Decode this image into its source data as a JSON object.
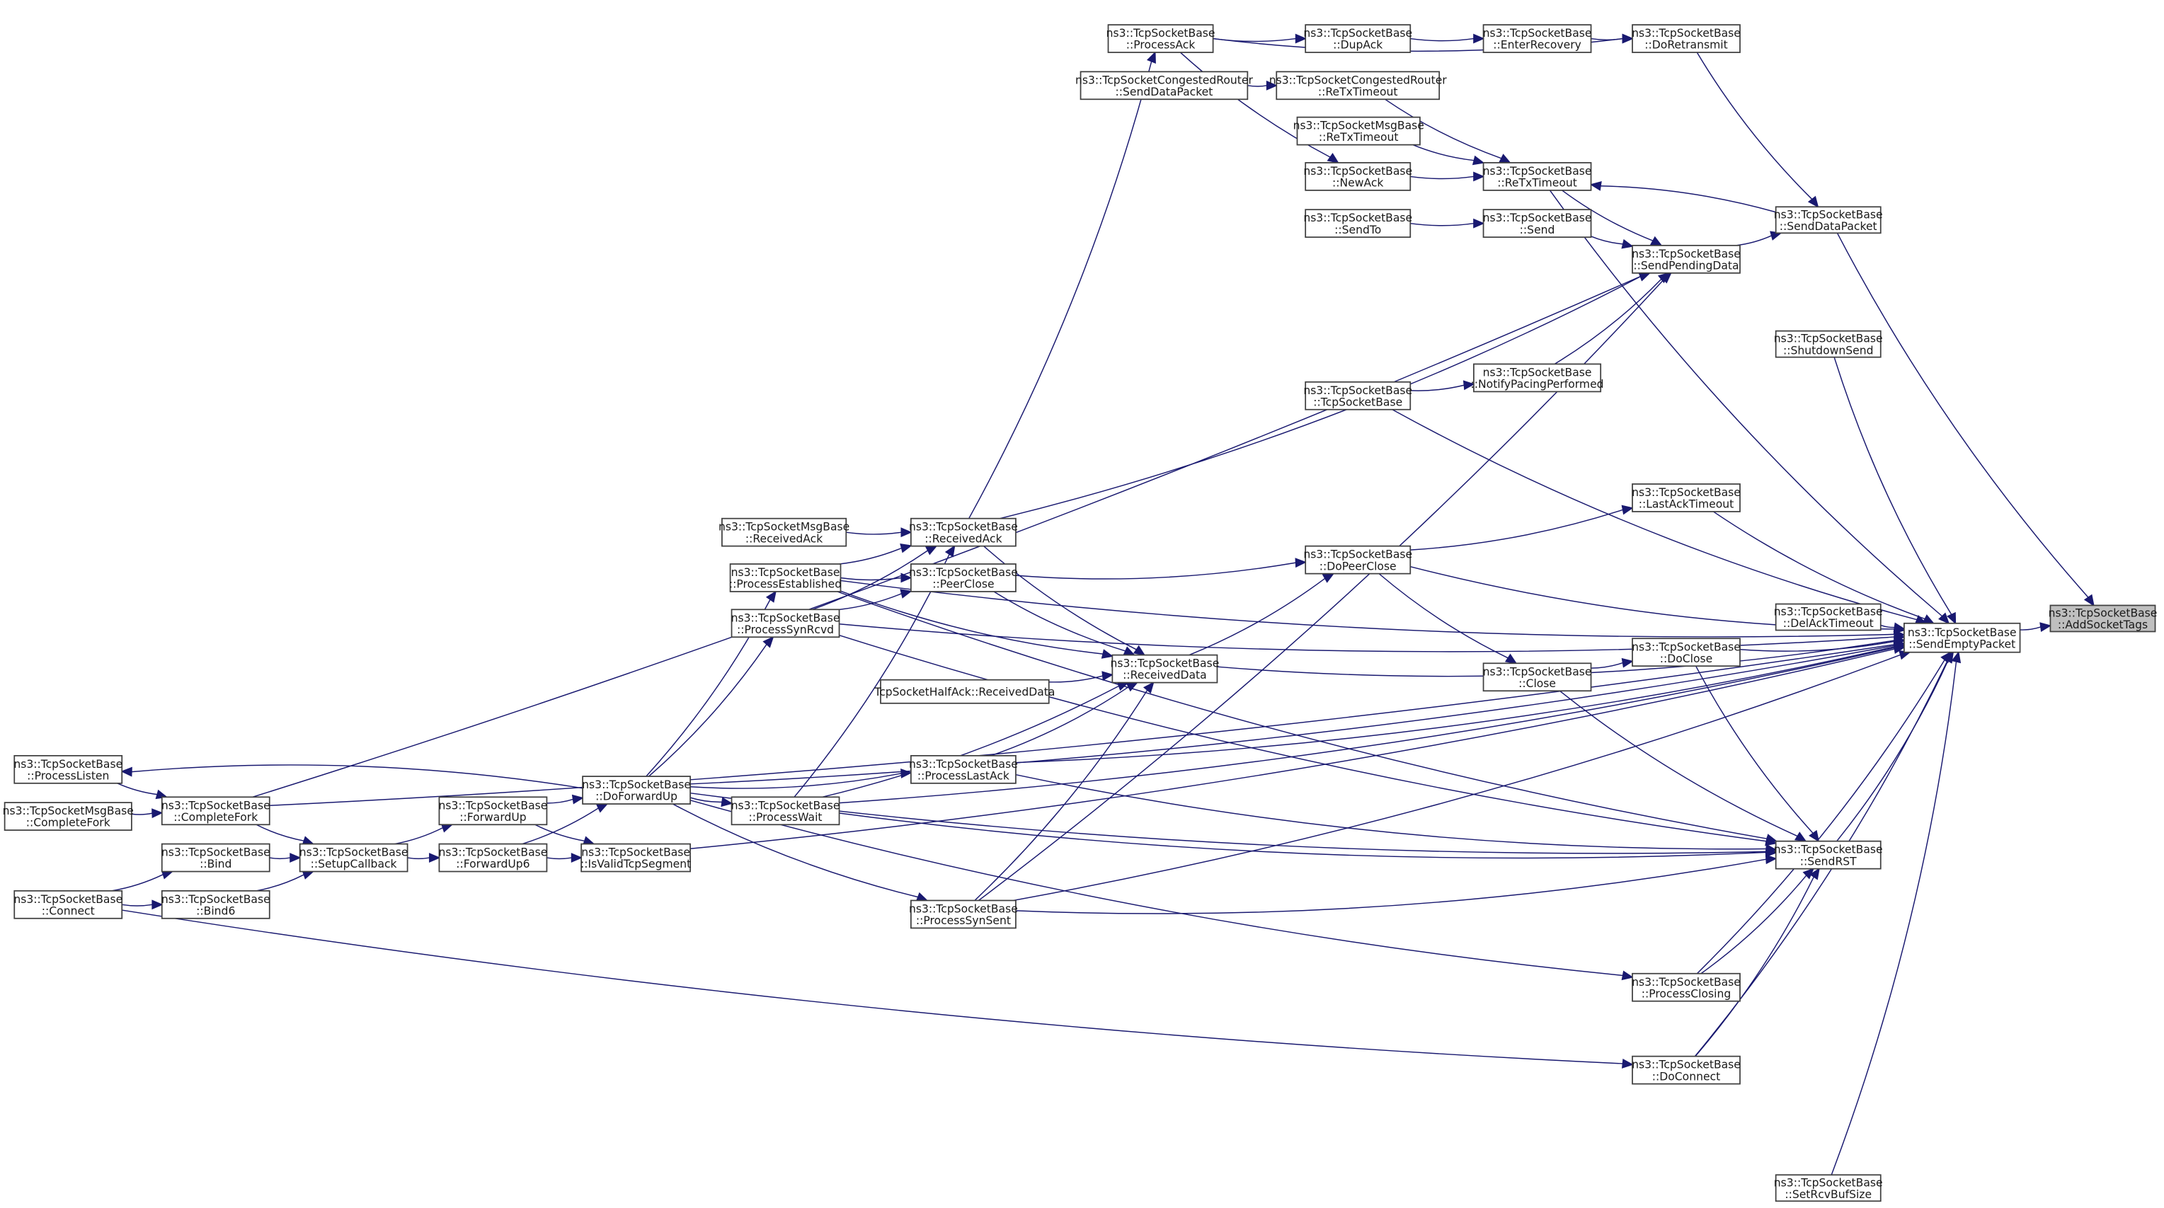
{
  "title": "ns3::TcpSocketBase::AddSocketTags caller graph",
  "colors": {
    "edge": "#191970",
    "node_border": "#404040",
    "focus_fill": "#bfbfbf",
    "node_fill": "#ffffff"
  },
  "nodes": {
    "AddSocketTags": [
      "ns3::TcpSocketBase",
      "::AddSocketTags"
    ],
    "SendEmptyPacket": [
      "ns3::TcpSocketBase",
      "::SendEmptyPacket"
    ],
    "SendDataPacket": [
      "ns3::TcpSocketBase",
      "::SendDataPacket"
    ],
    "ShutdownSend": [
      "ns3::TcpSocketBase",
      "::ShutdownSend"
    ],
    "DelAckTimeout": [
      "ns3::TcpSocketBase",
      "::DelAckTimeout"
    ],
    "DoClose": [
      "ns3::TcpSocketBase",
      "::DoClose"
    ],
    "SendRST": [
      "ns3::TcpSocketBase",
      "::SendRST"
    ],
    "ProcessClosing": [
      "ns3::TcpSocketBase",
      "::ProcessClosing"
    ],
    "DoConnect": [
      "ns3::TcpSocketBase",
      "::DoConnect"
    ],
    "SetRcvBufSize": [
      "ns3::TcpSocketBase",
      "::SetRcvBufSize"
    ],
    "DoRetransmit": [
      "ns3::TcpSocketBase",
      "::DoRetransmit"
    ],
    "SendPendingData": [
      "ns3::TcpSocketBase",
      "::SendPendingData"
    ],
    "LastAckTimeout": [
      "ns3::TcpSocketBase",
      "::LastAckTimeout"
    ],
    "ProcessAck": [
      "ns3::TcpSocketBase",
      "::ProcessAck"
    ],
    "DupAck": [
      "ns3::TcpSocketBase",
      "::DupAck"
    ],
    "EnterRecovery": [
      "ns3::TcpSocketBase",
      "::EnterRecovery"
    ],
    "CRSendDataPacket": [
      "ns3::TcpSocketCongestedRouter",
      "::SendDataPacket"
    ],
    "CRReTxTimeout": [
      "ns3::TcpSocketCongestedRouter",
      "::ReTxTimeout"
    ],
    "MsgReTxTimeout": [
      "ns3::TcpSocketMsgBase",
      "::ReTxTimeout"
    ],
    "NewAck": [
      "ns3::TcpSocketBase",
      "::NewAck"
    ],
    "ReTxTimeout": [
      "ns3::TcpSocketBase",
      "::ReTxTimeout"
    ],
    "SendTo": [
      "ns3::TcpSocketBase",
      "::SendTo"
    ],
    "Send": [
      "ns3::TcpSocketBase",
      "::Send"
    ],
    "Ctor": [
      "ns3::TcpSocketBase",
      "::TcpSocketBase"
    ],
    "NotifyPacing": [
      "ns3::TcpSocketBase",
      "::NotifyPacingPerformed"
    ],
    "DoPeerClose": [
      "ns3::TcpSocketBase",
      "::DoPeerClose"
    ],
    "Close": [
      "ns3::TcpSocketBase",
      "::Close"
    ],
    "MsgReceivedAck": [
      "ns3::TcpSocketMsgBase",
      "::ReceivedAck"
    ],
    "ReceivedAck": [
      "ns3::TcpSocketBase",
      "::ReceivedAck"
    ],
    "ProcessEstablished": [
      "ns3::TcpSocketBase",
      "::ProcessEstablished"
    ],
    "PeerClose": [
      "ns3::TcpSocketBase",
      "::PeerClose"
    ],
    "ProcessSynRcvd": [
      "ns3::TcpSocketBase",
      "::ProcessSynRcvd"
    ],
    "ReceivedData": [
      "ns3::TcpSocketBase",
      "::ReceivedData"
    ],
    "HalfAckReceivedData": [
      "TcpSocketHalfAck::ReceivedData"
    ],
    "ProcessLastAck": [
      "ns3::TcpSocketBase",
      "::ProcessLastAck"
    ],
    "ProcessWait": [
      "ns3::TcpSocketBase",
      "::ProcessWait"
    ],
    "ProcessSynSent": [
      "ns3::TcpSocketBase",
      "::ProcessSynSent"
    ],
    "DoForwardUp": [
      "ns3::TcpSocketBase",
      "::DoForwardUp"
    ],
    "IsValidTcpSegment": [
      "ns3::TcpSocketBase",
      "::IsValidTcpSegment"
    ],
    "ForwardUp": [
      "ns3::TcpSocketBase",
      "::ForwardUp"
    ],
    "ForwardUp6": [
      "ns3::TcpSocketBase",
      "::ForwardUp6"
    ],
    "SetupCallback": [
      "ns3::TcpSocketBase",
      "::SetupCallback"
    ],
    "CompleteFork": [
      "ns3::TcpSocketBase",
      "::CompleteFork"
    ],
    "MsgCompleteFork": [
      "ns3::TcpSocketMsgBase",
      "::CompleteFork"
    ],
    "ProcessListen": [
      "ns3::TcpSocketBase",
      "::ProcessListen"
    ],
    "Bind": [
      "ns3::TcpSocketBase",
      "::Bind"
    ],
    "Bind6": [
      "ns3::TcpSocketBase",
      "::Bind6"
    ],
    "Connect": [
      "ns3::TcpSocketBase",
      "::Connect"
    ]
  },
  "edges": [
    [
      "SendEmptyPacket",
      "AddSocketTags"
    ],
    [
      "SendDataPacket",
      "AddSocketTags"
    ],
    [
      "ShutdownSend",
      "SendEmptyPacket"
    ],
    [
      "DelAckTimeout",
      "SendEmptyPacket"
    ],
    [
      "DoClose",
      "SendEmptyPacket"
    ],
    [
      "SendRST",
      "SendEmptyPacket"
    ],
    [
      "ProcessClosing",
      "SendEmptyPacket"
    ],
    [
      "DoConnect",
      "SendEmptyPacket"
    ],
    [
      "SetRcvBufSize",
      "SendEmptyPacket"
    ],
    [
      "LastAckTimeout",
      "SendEmptyPacket"
    ],
    [
      "DoPeerClose",
      "SendEmptyPacket"
    ],
    [
      "Ctor",
      "SendEmptyPacket"
    ],
    [
      "ReTxTimeout",
      "SendEmptyPacket"
    ],
    [
      "ReceivedData",
      "SendEmptyPacket"
    ],
    [
      "ProcessSynRcvd",
      "SendEmptyPacket"
    ],
    [
      "ProcessLastAck",
      "SendEmptyPacket"
    ],
    [
      "ProcessSynSent",
      "SendEmptyPacket"
    ],
    [
      "ProcessWait",
      "SendEmptyPacket"
    ],
    [
      "ProcessEstablished",
      "SendEmptyPacket"
    ],
    [
      "CompleteFork",
      "SendEmptyPacket"
    ],
    [
      "DoForwardUp",
      "SendEmptyPacket"
    ],
    [
      "IsValidTcpSegment",
      "SendEmptyPacket"
    ],
    [
      "Connect",
      "DoConnect"
    ],
    [
      "SendPendingData",
      "SendDataPacket"
    ],
    [
      "DoRetransmit",
      "SendDataPacket"
    ],
    [
      "SendDataPacket",
      "ReTxTimeout"
    ],
    [
      "ProcessAck",
      "DoRetransmit"
    ],
    [
      "ProcessAck",
      "DupAck"
    ],
    [
      "DupAck",
      "EnterRecovery"
    ],
    [
      "EnterRecovery",
      "DoRetransmit"
    ],
    [
      "ProcessAck",
      "NewAck"
    ],
    [
      "CRSendDataPacket",
      "CRReTxTimeout"
    ],
    [
      "CRReTxTimeout",
      "ReTxTimeout"
    ],
    [
      "MsgReTxTimeout",
      "ReTxTimeout"
    ],
    [
      "NewAck",
      "ReTxTimeout"
    ],
    [
      "ReTxTimeout",
      "SendPendingData"
    ],
    [
      "SendTo",
      "Send"
    ],
    [
      "Send",
      "SendPendingData"
    ],
    [
      "NotifyPacing",
      "SendPendingData"
    ],
    [
      "Ctor",
      "NotifyPacing"
    ],
    [
      "ReceivedAck",
      "SendPendingData"
    ],
    [
      "ProcessSynSent",
      "SendPendingData"
    ],
    [
      "CompleteFork",
      "SendPendingData"
    ],
    [
      "ReceivedAck",
      "ProcessAck"
    ],
    [
      "DoPeerClose",
      "LastAckTimeout"
    ],
    [
      "PeerClose",
      "DoPeerClose"
    ],
    [
      "ReceivedData",
      "DoPeerClose"
    ],
    [
      "DoPeerClose",
      "Close"
    ],
    [
      "Close",
      "DoClose"
    ],
    [
      "Close",
      "SendRST"
    ],
    [
      "DoClose",
      "SendRST"
    ],
    [
      "MsgReceivedAck",
      "ReceivedAck"
    ],
    [
      "ProcessEstablished",
      "ReceivedAck"
    ],
    [
      "ProcessSynRcvd",
      "ReceivedAck"
    ],
    [
      "ProcessWait",
      "ReceivedAck"
    ],
    [
      "ProcessEstablished",
      "PeerClose"
    ],
    [
      "ProcessSynRcvd",
      "PeerClose"
    ],
    [
      "ReceivedAck",
      "ReceivedData"
    ],
    [
      "PeerClose",
      "ReceivedData"
    ],
    [
      "ProcessEstablished",
      "ReceivedData"
    ],
    [
      "HalfAckReceivedData",
      "ReceivedData"
    ],
    [
      "ProcessLastAck",
      "ReceivedData"
    ],
    [
      "ProcessWait",
      "ReceivedData"
    ],
    [
      "ProcessSynSent",
      "ReceivedData"
    ],
    [
      "DoForwardUp",
      "ProcessEstablished"
    ],
    [
      "DoForwardUp",
      "ProcessSynRcvd"
    ],
    [
      "DoForwardUp",
      "ProcessLastAck"
    ],
    [
      "DoForwardUp",
      "ProcessWait"
    ],
    [
      "DoForwardUp",
      "ProcessSynSent"
    ],
    [
      "DoForwardUp",
      "ProcessListen"
    ],
    [
      "DoForwardUp",
      "SendRST"
    ],
    [
      "ProcessEstablished",
      "SendRST"
    ],
    [
      "ProcessSynRcvd",
      "SendRST"
    ],
    [
      "ProcessLastAck",
      "SendRST"
    ],
    [
      "ProcessWait",
      "SendRST"
    ],
    [
      "ProcessSynSent",
      "SendRST"
    ],
    [
      "ProcessClosing",
      "SendRST"
    ],
    [
      "DoConnect",
      "SendRST"
    ],
    [
      "DoForwardUp",
      "ProcessClosing"
    ],
    [
      "ForwardUp",
      "DoForwardUp"
    ],
    [
      "ForwardUp6",
      "DoForwardUp"
    ],
    [
      "ForwardUp",
      "IsValidTcpSegment"
    ],
    [
      "ForwardUp6",
      "IsValidTcpSegment"
    ],
    [
      "SetupCallback",
      "ForwardUp"
    ],
    [
      "SetupCallback",
      "ForwardUp6"
    ],
    [
      "CompleteFork",
      "SetupCallback"
    ],
    [
      "Bind",
      "SetupCallback"
    ],
    [
      "Bind6",
      "SetupCallback"
    ],
    [
      "ProcessListen",
      "CompleteFork"
    ],
    [
      "MsgCompleteFork",
      "CompleteFork"
    ],
    [
      "Connect",
      "Bind"
    ],
    [
      "Connect",
      "Bind6"
    ]
  ]
}
